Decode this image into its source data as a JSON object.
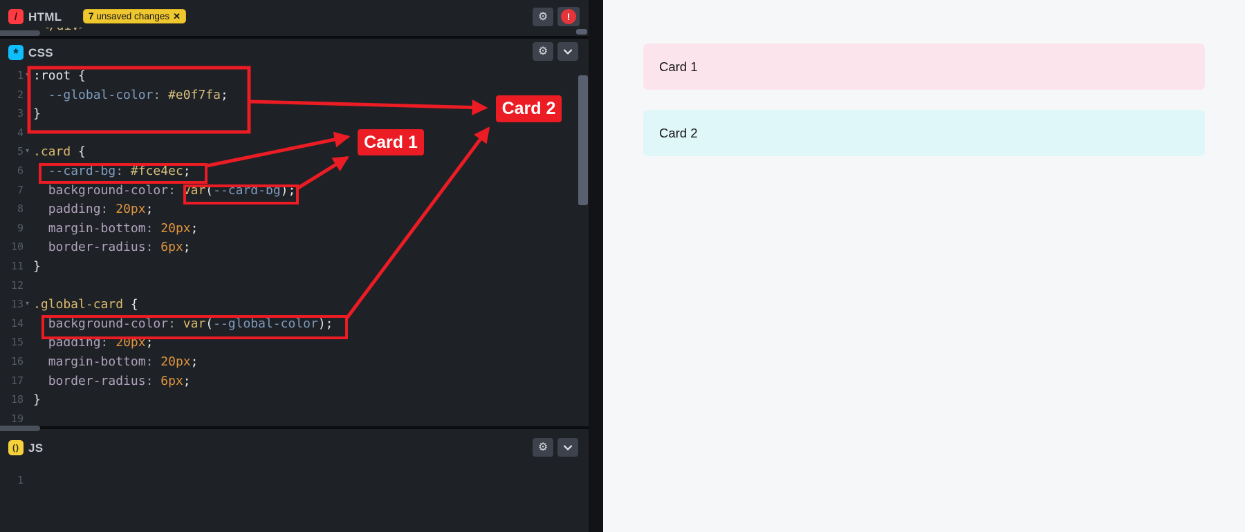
{
  "editor": {
    "html_panel": {
      "label": "HTML",
      "badge": {
        "count_bold": "7",
        "text": " unsaved changes",
        "close": "✕"
      },
      "clipped_line": "</div>"
    },
    "css_panel": {
      "label": "CSS",
      "lines": [
        {
          "n": "1",
          "fold": true,
          "tokens": [
            [
              "plain",
              ":root {"
            ]
          ]
        },
        {
          "n": "2",
          "fold": false,
          "tokens": [
            [
              "plain",
              "  "
            ],
            [
              "var",
              "--global-color"
            ],
            [
              "punct",
              ":"
            ],
            [
              "plain",
              " "
            ],
            [
              "val",
              "#e0f7fa"
            ],
            [
              "plain",
              ";"
            ]
          ]
        },
        {
          "n": "3",
          "fold": false,
          "tokens": [
            [
              "plain",
              "}"
            ]
          ]
        },
        {
          "n": "4",
          "fold": false,
          "tokens": []
        },
        {
          "n": "5",
          "fold": true,
          "tokens": [
            [
              "sel",
              ".card"
            ],
            [
              "plain",
              " {"
            ]
          ]
        },
        {
          "n": "6",
          "fold": false,
          "tokens": [
            [
              "plain",
              "  "
            ],
            [
              "var",
              "--card-bg"
            ],
            [
              "punct",
              ":"
            ],
            [
              "plain",
              " "
            ],
            [
              "val",
              "#fce4ec"
            ],
            [
              "plain",
              ";"
            ]
          ]
        },
        {
          "n": "7",
          "fold": false,
          "tokens": [
            [
              "plain",
              "  "
            ],
            [
              "prop",
              "background-color"
            ],
            [
              "punct",
              ":"
            ],
            [
              "plain",
              " "
            ],
            [
              "fn",
              "var"
            ],
            [
              "plain",
              "("
            ],
            [
              "var",
              "--card-bg"
            ],
            [
              "plain",
              ");"
            ]
          ]
        },
        {
          "n": "8",
          "fold": false,
          "tokens": [
            [
              "plain",
              "  "
            ],
            [
              "prop",
              "padding"
            ],
            [
              "punct",
              ":"
            ],
            [
              "plain",
              " "
            ],
            [
              "num",
              "20px"
            ],
            [
              "plain",
              ";"
            ]
          ]
        },
        {
          "n": "9",
          "fold": false,
          "tokens": [
            [
              "plain",
              "  "
            ],
            [
              "prop",
              "margin-bottom"
            ],
            [
              "punct",
              ":"
            ],
            [
              "plain",
              " "
            ],
            [
              "num",
              "20px"
            ],
            [
              "plain",
              ";"
            ]
          ]
        },
        {
          "n": "10",
          "fold": false,
          "tokens": [
            [
              "plain",
              "  "
            ],
            [
              "prop",
              "border-radius"
            ],
            [
              "punct",
              ":"
            ],
            [
              "plain",
              " "
            ],
            [
              "num",
              "6px"
            ],
            [
              "plain",
              ";"
            ]
          ]
        },
        {
          "n": "11",
          "fold": false,
          "tokens": [
            [
              "plain",
              "}"
            ]
          ]
        },
        {
          "n": "12",
          "fold": false,
          "tokens": []
        },
        {
          "n": "13",
          "fold": true,
          "tokens": [
            [
              "sel",
              ".global-card"
            ],
            [
              "plain",
              " {"
            ]
          ]
        },
        {
          "n": "14",
          "fold": false,
          "tokens": [
            [
              "plain",
              "  "
            ],
            [
              "prop",
              "background-color"
            ],
            [
              "punct",
              ":"
            ],
            [
              "plain",
              " "
            ],
            [
              "fn",
              "var"
            ],
            [
              "plain",
              "("
            ],
            [
              "var",
              "--global-color"
            ],
            [
              "plain",
              ");"
            ]
          ]
        },
        {
          "n": "15",
          "fold": false,
          "tokens": [
            [
              "plain",
              "  "
            ],
            [
              "prop",
              "padding"
            ],
            [
              "punct",
              ":"
            ],
            [
              "plain",
              " "
            ],
            [
              "num",
              "20px"
            ],
            [
              "plain",
              ";"
            ]
          ]
        },
        {
          "n": "16",
          "fold": false,
          "tokens": [
            [
              "plain",
              "  "
            ],
            [
              "prop",
              "margin-bottom"
            ],
            [
              "punct",
              ":"
            ],
            [
              "plain",
              " "
            ],
            [
              "num",
              "20px"
            ],
            [
              "plain",
              ";"
            ]
          ]
        },
        {
          "n": "17",
          "fold": false,
          "tokens": [
            [
              "plain",
              "  "
            ],
            [
              "prop",
              "border-radius"
            ],
            [
              "punct",
              ":"
            ],
            [
              "plain",
              " "
            ],
            [
              "num",
              "6px"
            ],
            [
              "plain",
              ";"
            ]
          ]
        },
        {
          "n": "18",
          "fold": false,
          "tokens": [
            [
              "plain",
              "}"
            ]
          ]
        },
        {
          "n": "19",
          "fold": false,
          "tokens": []
        }
      ]
    },
    "js_panel": {
      "label": "JS",
      "first_line_number": "1"
    }
  },
  "annotations": {
    "card1_label": "Card 1",
    "card2_label": "Card 2",
    "red": "#ec1c24"
  },
  "preview": {
    "cards": [
      {
        "text": "Card 1",
        "bg": "#fce4ec"
      },
      {
        "text": "Card 2",
        "bg": "#e0f7fa"
      }
    ],
    "background": "#f6f7f8"
  },
  "colors": {
    "html_icon_red": "#ff3b41",
    "css_icon_blue": "#0ebeff",
    "js_icon_yellow": "#f5d23b",
    "badge_yellow": "#efc72e",
    "editor_bg": "#1e2126",
    "value_global_color": "#e0f7fa",
    "value_card_bg": "#fce4ec"
  }
}
